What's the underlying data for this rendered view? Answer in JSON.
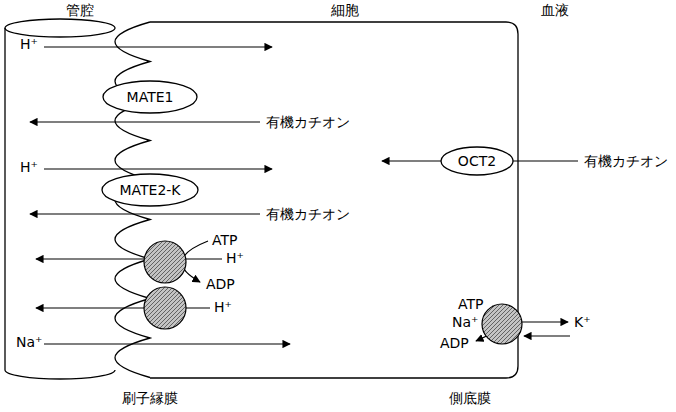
{
  "diagram": {
    "nodes": [
      {
        "text": [
          "MATE1"
        ]
      },
      {
        "text": [
          "MATE2-K"
        ]
      },
      {
        "text": [
          "OCT2"
        ]
      }
    ],
    "labels": [
      "管腔",
      "細胞",
      "血液",
      "H⁺",
      "有機カチオン",
      "H⁺",
      "有機カチオン",
      "有機カチオン",
      "ATP",
      "H⁺",
      "ADP",
      "H⁺",
      "Na⁺",
      "ATP",
      "Na⁺",
      "K⁺",
      "ADP",
      "刷子縁膜",
      "側底膜"
    ]
  }
}
